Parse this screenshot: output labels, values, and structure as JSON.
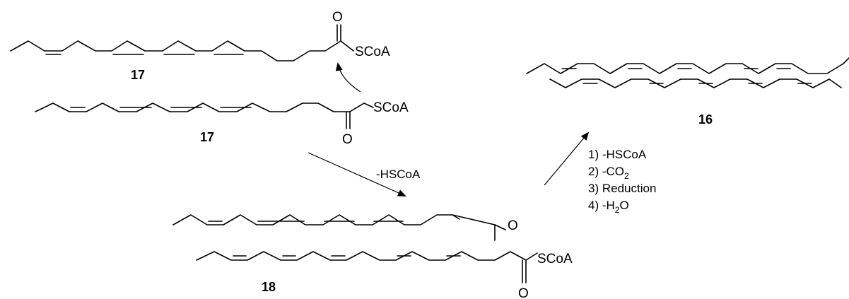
{
  "compounds": {
    "top_label": "17",
    "middle_label": "17",
    "product_label": "16",
    "intermediate_label": "18"
  },
  "atoms": {
    "oxygen": "O",
    "scoa": "SCoA"
  },
  "conditions": {
    "condensation": "-HSCoA",
    "steps": [
      {
        "num": "1) ",
        "main": "-HSCoA",
        "sub": "",
        "tail": ""
      },
      {
        "num": "2) ",
        "main": "-CO",
        "sub": "2",
        "tail": ""
      },
      {
        "num": "3) ",
        "main": "Reduction",
        "sub": "",
        "tail": ""
      },
      {
        "num": "4) ",
        "main": "-H",
        "sub": "2",
        "tail": "O"
      }
    ]
  }
}
